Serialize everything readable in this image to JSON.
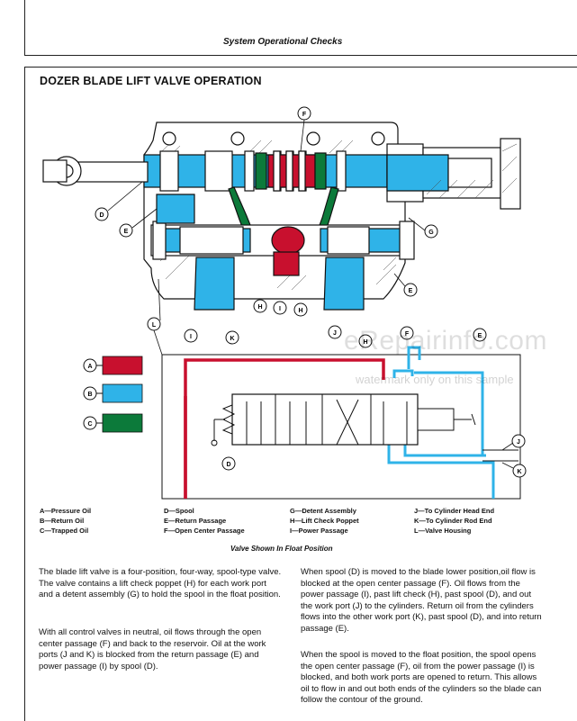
{
  "header": {
    "section": "System Operational Checks"
  },
  "title": "DOZER BLADE LIFT VALVE OPERATION",
  "diagram": {
    "callouts": [
      "F",
      "D",
      "E",
      "G",
      "E",
      "H",
      "I",
      "H",
      "K",
      "J",
      "L",
      "I",
      "H",
      "F",
      "E",
      "D",
      "J",
      "K"
    ],
    "legend_keys": [
      "A",
      "B",
      "C"
    ]
  },
  "colors": {
    "pressure": "#c8102e",
    "return": "#2fb3e8",
    "trapped": "#0c7a3a"
  },
  "legend": {
    "col1": [
      "A—Pressure Oil",
      "B—Return Oil",
      "C—Trapped Oil"
    ],
    "col2": [
      "D—Spool",
      "E—Return Passage",
      "F—Open Center Passage"
    ],
    "col3": [
      "G—Detent Assembly",
      "H—Lift Check Poppet",
      "I—Power Passage"
    ],
    "col4": [
      "J—To Cylinder Head End",
      "K—To Cylinder Rod End",
      "L—Valve Housing"
    ]
  },
  "caption": "Valve Shown In Float Position",
  "watermark": {
    "text": "eRepairinfo.com",
    "note": "watermark only on this sample"
  },
  "paragraphs": {
    "p1": "The blade lift valve is a four-position, four-way, spool-type valve. The valve contains a lift check poppet (H) for each work port and a detent assembly (G) to hold the spool in the float position.",
    "p2": "With all control valves in neutral, oil flows through the open center passage (F) and back to the reservoir. Oil at the work ports (J and K) is blocked from the return passage (E) and power passage (I) by spool (D).",
    "p3": "When spool (D) is moved to the blade lower position,oil flow is blocked at the open center passage (F). Oil flows from the power passage (I), past lift check (H), past spool (D), and out the work port (J) to the cylinders. Return oil from the cylinders flows into the other work port (K), past spool (D), and into return passage (E).",
    "p4": "When the spool is moved to the float position, the spool opens the open center passage (F), oil from the power passage (I) is blocked, and both work ports are opened to return. This allows oil to flow in and out both ends of the cylinders so the blade can follow the contour of the ground."
  }
}
